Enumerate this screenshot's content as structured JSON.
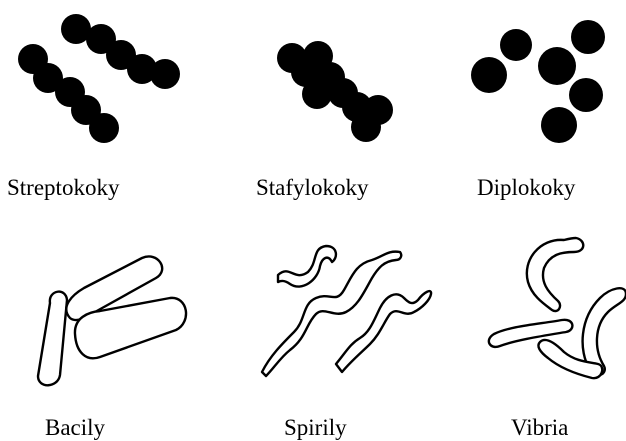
{
  "colors": {
    "background": "#ffffff",
    "ink": "#000000"
  },
  "items": [
    {
      "id": "streptokoky",
      "label": "Streptokoky"
    },
    {
      "id": "stafylokoky",
      "label": "Stafylokoky"
    },
    {
      "id": "diplokoky",
      "label": "Diplokoky"
    },
    {
      "id": "bacily",
      "label": "Bacily"
    },
    {
      "id": "spirily",
      "label": "Spirily"
    },
    {
      "id": "vibria",
      "label": "Vibria"
    }
  ]
}
